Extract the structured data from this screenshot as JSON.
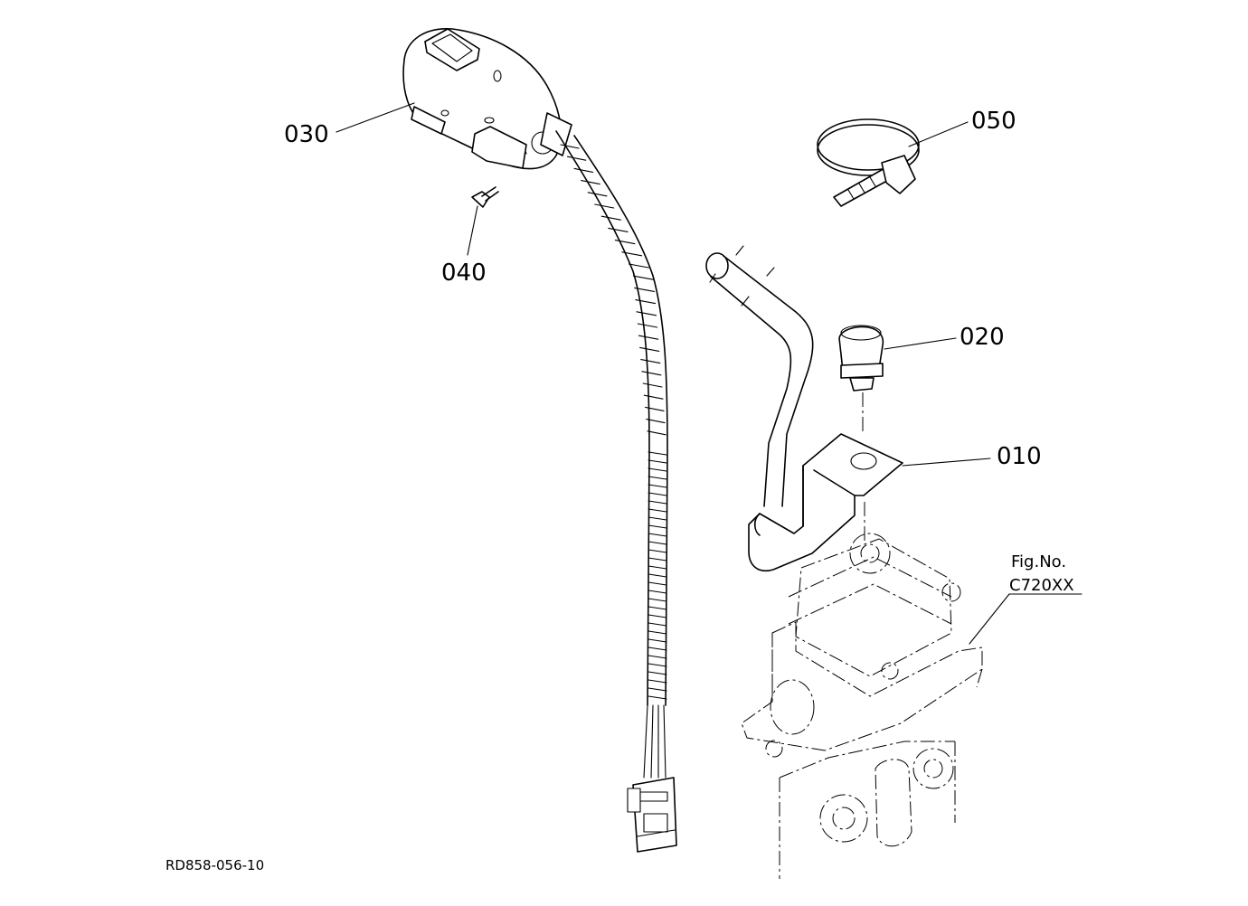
{
  "callouts": {
    "part_010": "010",
    "part_020": "020",
    "part_030": "030",
    "part_040": "040",
    "part_050": "050"
  },
  "figure_reference": {
    "line1": "Fig.No.",
    "line2": "C720XX"
  },
  "drawing_code": "RD858-056-10"
}
